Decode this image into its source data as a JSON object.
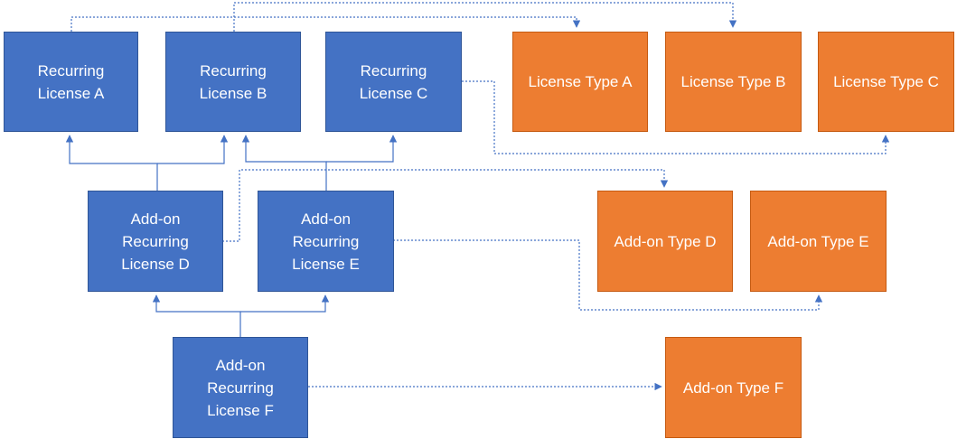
{
  "colors": {
    "recurring_fill": "#4472C4",
    "type_fill": "#ED7D31",
    "connector": "#4472C4",
    "text": "#FFFFFF"
  },
  "nodes": {
    "recurring_license_a": {
      "label": "Recurring\nLicense A"
    },
    "recurring_license_b": {
      "label": "Recurring\nLicense B"
    },
    "recurring_license_c": {
      "label": "Recurring\nLicense C"
    },
    "license_type_a": {
      "label": "License Type A"
    },
    "license_type_b": {
      "label": "License Type B"
    },
    "license_type_c": {
      "label": "License Type C"
    },
    "addon_recurring_license_d": {
      "label": "Add-on\nRecurring\nLicense D"
    },
    "addon_recurring_license_e": {
      "label": "Add-on\nRecurring\nLicense E"
    },
    "addon_type_d": {
      "label": "Add-on Type D"
    },
    "addon_type_e": {
      "label": "Add-on Type E"
    },
    "addon_recurring_license_f": {
      "label": "Add-on\nRecurring\nLicense F"
    },
    "addon_type_f": {
      "label": "Add-on Type F"
    }
  },
  "edges": [
    {
      "from": "addon_recurring_license_d",
      "to": "recurring_license_a",
      "style": "solid"
    },
    {
      "from": "addon_recurring_license_d",
      "to": "recurring_license_b",
      "style": "solid"
    },
    {
      "from": "addon_recurring_license_e",
      "to": "recurring_license_b",
      "style": "solid"
    },
    {
      "from": "addon_recurring_license_e",
      "to": "recurring_license_c",
      "style": "solid"
    },
    {
      "from": "addon_recurring_license_f",
      "to": "addon_recurring_license_d",
      "style": "solid"
    },
    {
      "from": "addon_recurring_license_f",
      "to": "addon_recurring_license_e",
      "style": "solid"
    },
    {
      "from": "recurring_license_a",
      "to": "license_type_a",
      "style": "dotted"
    },
    {
      "from": "recurring_license_b",
      "to": "license_type_b",
      "style": "dotted"
    },
    {
      "from": "recurring_license_c",
      "to": "license_type_c",
      "style": "dotted"
    },
    {
      "from": "addon_recurring_license_d",
      "to": "addon_type_d",
      "style": "dotted"
    },
    {
      "from": "addon_recurring_license_e",
      "to": "addon_type_e",
      "style": "dotted"
    },
    {
      "from": "addon_recurring_license_f",
      "to": "addon_type_f",
      "style": "dotted"
    }
  ]
}
